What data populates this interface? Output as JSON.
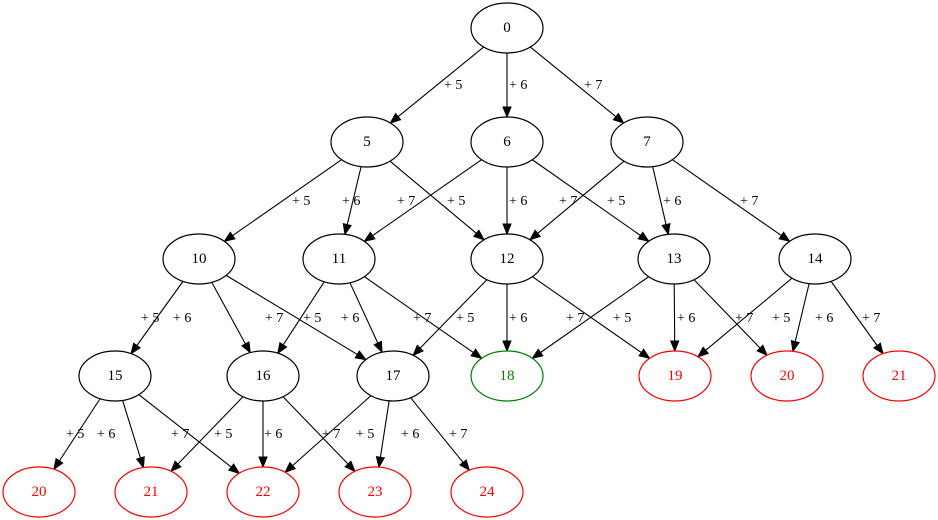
{
  "graph": {
    "colors": {
      "default": "#000000",
      "goal": "#008000",
      "overshoot": "#ff0000"
    },
    "nodes": [
      {
        "id": "n0",
        "label": "0",
        "status": "default"
      },
      {
        "id": "n5",
        "label": "5",
        "status": "default"
      },
      {
        "id": "n6",
        "label": "6",
        "status": "default"
      },
      {
        "id": "n7",
        "label": "7",
        "status": "default"
      },
      {
        "id": "n10",
        "label": "10",
        "status": "default"
      },
      {
        "id": "n11",
        "label": "11",
        "status": "default"
      },
      {
        "id": "n12",
        "label": "12",
        "status": "default"
      },
      {
        "id": "n13",
        "label": "13",
        "status": "default"
      },
      {
        "id": "n14",
        "label": "14",
        "status": "default"
      },
      {
        "id": "n15",
        "label": "15",
        "status": "default"
      },
      {
        "id": "n16",
        "label": "16",
        "status": "default"
      },
      {
        "id": "n17",
        "label": "17",
        "status": "default"
      },
      {
        "id": "n18",
        "label": "18",
        "status": "goal"
      },
      {
        "id": "n19",
        "label": "19",
        "status": "overshoot"
      },
      {
        "id": "n20a",
        "label": "20",
        "status": "overshoot"
      },
      {
        "id": "n21a",
        "label": "21",
        "status": "overshoot"
      },
      {
        "id": "n20b",
        "label": "20",
        "status": "overshoot"
      },
      {
        "id": "n21b",
        "label": "21",
        "status": "overshoot"
      },
      {
        "id": "n22",
        "label": "22",
        "status": "overshoot"
      },
      {
        "id": "n23",
        "label": "23",
        "status": "overshoot"
      },
      {
        "id": "n24",
        "label": "24",
        "status": "overshoot"
      }
    ],
    "edges": [
      {
        "from": "n0",
        "to": "n5",
        "label": "+ 5"
      },
      {
        "from": "n0",
        "to": "n6",
        "label": "+ 6"
      },
      {
        "from": "n0",
        "to": "n7",
        "label": "+ 7"
      },
      {
        "from": "n5",
        "to": "n10",
        "label": "+ 5"
      },
      {
        "from": "n5",
        "to": "n11",
        "label": "+ 6"
      },
      {
        "from": "n5",
        "to": "n12",
        "label": "+ 7"
      },
      {
        "from": "n6",
        "to": "n11",
        "label": "+ 5"
      },
      {
        "from": "n6",
        "to": "n12",
        "label": "+ 6"
      },
      {
        "from": "n6",
        "to": "n13",
        "label": "+ 7"
      },
      {
        "from": "n7",
        "to": "n12",
        "label": "+ 5"
      },
      {
        "from": "n7",
        "to": "n13",
        "label": "+ 6"
      },
      {
        "from": "n7",
        "to": "n14",
        "label": "+ 7"
      },
      {
        "from": "n10",
        "to": "n15",
        "label": "+ 5"
      },
      {
        "from": "n10",
        "to": "n16",
        "label": "+ 6"
      },
      {
        "from": "n10",
        "to": "n17",
        "label": "+ 7"
      },
      {
        "from": "n11",
        "to": "n16",
        "label": "+ 5"
      },
      {
        "from": "n11",
        "to": "n17",
        "label": "+ 6"
      },
      {
        "from": "n11",
        "to": "n18",
        "label": "+ 7"
      },
      {
        "from": "n12",
        "to": "n17",
        "label": "+ 5"
      },
      {
        "from": "n12",
        "to": "n18",
        "label": "+ 6"
      },
      {
        "from": "n12",
        "to": "n19",
        "label": "+ 7"
      },
      {
        "from": "n13",
        "to": "n18",
        "label": "+ 5"
      },
      {
        "from": "n13",
        "to": "n19",
        "label": "+ 6"
      },
      {
        "from": "n13",
        "to": "n20a",
        "label": "+ 7"
      },
      {
        "from": "n14",
        "to": "n19",
        "label": "+ 5"
      },
      {
        "from": "n14",
        "to": "n20a",
        "label": "+ 6"
      },
      {
        "from": "n14",
        "to": "n21a",
        "label": "+ 7"
      },
      {
        "from": "n15",
        "to": "n20b",
        "label": "+ 5"
      },
      {
        "from": "n15",
        "to": "n21b",
        "label": "+ 6"
      },
      {
        "from": "n15",
        "to": "n22",
        "label": "+ 7"
      },
      {
        "from": "n16",
        "to": "n21b",
        "label": "+ 5"
      },
      {
        "from": "n16",
        "to": "n22",
        "label": "+ 6"
      },
      {
        "from": "n16",
        "to": "n23",
        "label": "+ 7"
      },
      {
        "from": "n17",
        "to": "n22",
        "label": "+ 5"
      },
      {
        "from": "n17",
        "to": "n23",
        "label": "+ 6"
      },
      {
        "from": "n17",
        "to": "n24",
        "label": "+ 7"
      }
    ]
  }
}
